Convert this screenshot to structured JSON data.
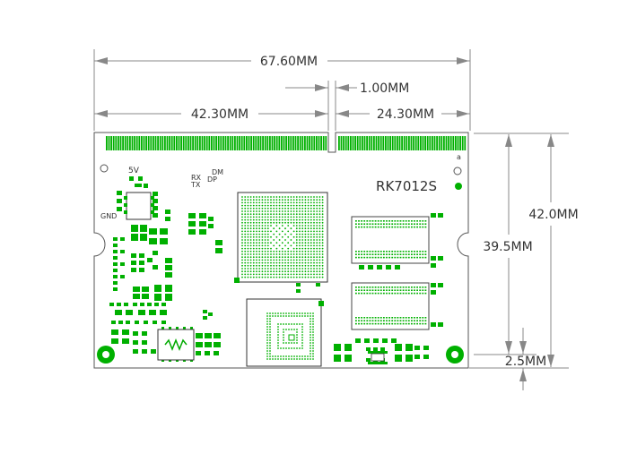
{
  "dimensions": {
    "overall_width": "67.60MM",
    "edge_gap": "1.00MM",
    "left_finger_width": "42.30MM",
    "right_finger_width": "24.30MM",
    "overall_height": "42.0MM",
    "hole_to_top": "39.5MM",
    "hole_to_bottom": "2.5MM"
  },
  "board": {
    "model": "RK7012S",
    "labels": {
      "five_v": "5V",
      "gnd": "GND",
      "rx": "RX",
      "tx": "TX",
      "dm": "DM",
      "dp": "DP",
      "pin_marker": "a"
    }
  },
  "colors": {
    "trace": "#00aa00",
    "pad": "#00b000",
    "outline": "#555555",
    "dimension_line": "#888888",
    "text": "#333333"
  }
}
